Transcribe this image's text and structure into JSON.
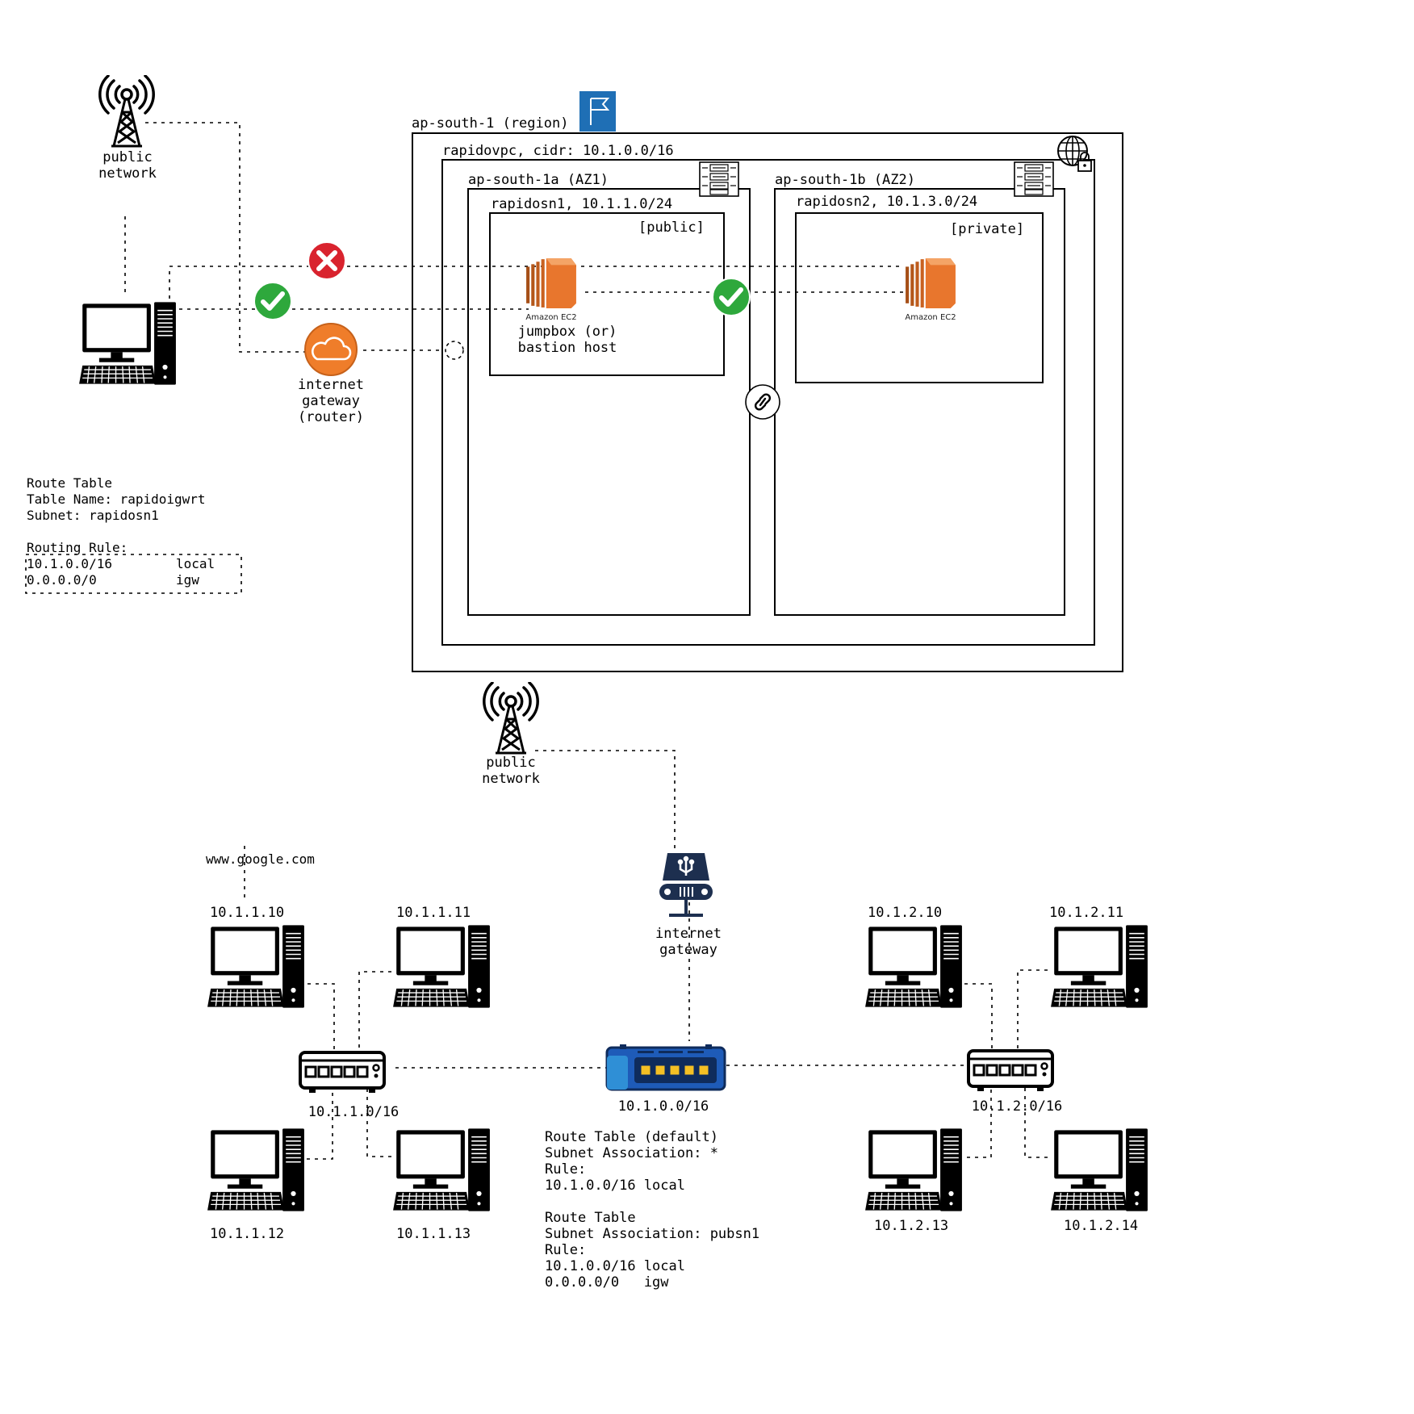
{
  "region": {
    "label": "ap-south-1 (region)",
    "flag_color": "#1f6fb5"
  },
  "vpc": {
    "label": "rapidovpc, cidr: 10.1.0.0/16"
  },
  "az1": {
    "label": "ap-south-1a (AZ1)"
  },
  "az2": {
    "label": "ap-south-1b (AZ2)"
  },
  "subnet1": {
    "label": "rapidosn1, 10.1.1.0/24",
    "tag": "[public]"
  },
  "subnet2": {
    "label": "rapidosn2, 10.1.3.0/24",
    "tag": "[private]"
  },
  "ec2_public": {
    "caption": "Amazon EC2",
    "label1": "jumpbox (or)",
    "label2": "bastion host"
  },
  "ec2_private": {
    "caption": "Amazon EC2"
  },
  "top_network": {
    "line1": "public",
    "line2": "network"
  },
  "igw_top": {
    "line1": "internet",
    "line2": "gateway",
    "line3": "(router)",
    "color": "#ef7d2a"
  },
  "route_table_top": {
    "title": "Route Table",
    "name": "Table Name: rapidoigwrt",
    "subnet": "Subnet: rapidosn1",
    "rule_title": "Routing Rule:",
    "rules": [
      {
        "dest": "10.1.0.0/16",
        "target": "local"
      },
      {
        "dest": "0.0.0.0/0",
        "target": "igw"
      }
    ]
  },
  "status_colors": {
    "ok": "#2ea83c",
    "blocked": "#d9232e"
  },
  "ec2_color": "#e8762d",
  "bottom_network": {
    "line1": "public",
    "line2": "network"
  },
  "igw_bottom": {
    "line1": "internet",
    "line2": "gateway",
    "color": "#1d2f4f"
  },
  "google": {
    "label": "www.google.com"
  },
  "left_hosts": [
    "10.1.1.10",
    "10.1.1.11",
    "10.1.1.12",
    "10.1.1.13"
  ],
  "right_hosts": [
    "10.1.2.10",
    "10.1.2.11",
    "10.1.2.13",
    "10.1.2.14"
  ],
  "switch_left": {
    "label": "10.1.1.0/16"
  },
  "switch_right": {
    "label": "10.1.2.0/16"
  },
  "router_center": {
    "label": "10.1.0.0/16",
    "color": "#1e5bb8"
  },
  "route_table_default": {
    "title": "Route Table (default)",
    "association": "Subnet Association: *",
    "rule_title": "Rule:",
    "rule1": "10.1.0.0/16 local"
  },
  "route_table_public": {
    "title": "Route Table",
    "association": "Subnet Association: pubsn1",
    "rule_title": "Rule:",
    "rule1": "10.1.0.0/16 local",
    "rule2": "0.0.0.0/0   igw"
  }
}
